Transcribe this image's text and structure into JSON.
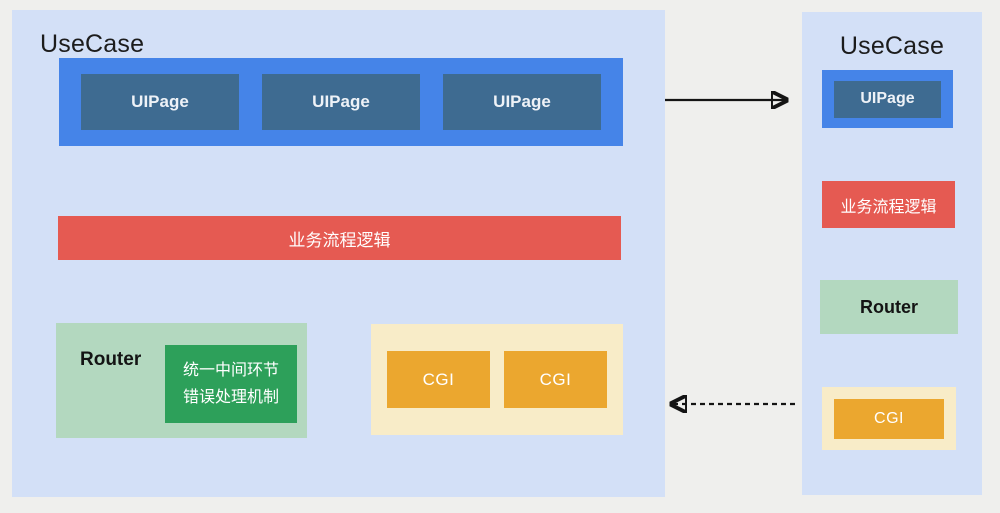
{
  "colors": {
    "page_bg": "#efefed",
    "panel_bg": "#d3e0f7",
    "blue": "#4584e8",
    "slate": "#3e6b91",
    "red": "#e55a52",
    "green_light": "#b3d8bf",
    "green_dark": "#2da05a",
    "cream": "#f8ecc8",
    "orange": "#eba72f",
    "ink": "#1c1c1c",
    "white": "#ffffff"
  },
  "main_panel": {
    "title": "UseCase",
    "uipages": [
      "UIPage",
      "UIPage",
      "UIPage"
    ],
    "logic_label": "业务流程逻辑",
    "router_label": "Router",
    "error_note_lines": [
      "统一中间环节",
      "错误处理机制"
    ],
    "cgi_boxes": [
      "CGI",
      "CGI"
    ]
  },
  "side_panel": {
    "title": "UseCase",
    "uipage": "UIPage",
    "logic": "业务流程逻辑",
    "router": "Router",
    "cgi": "CGI"
  }
}
